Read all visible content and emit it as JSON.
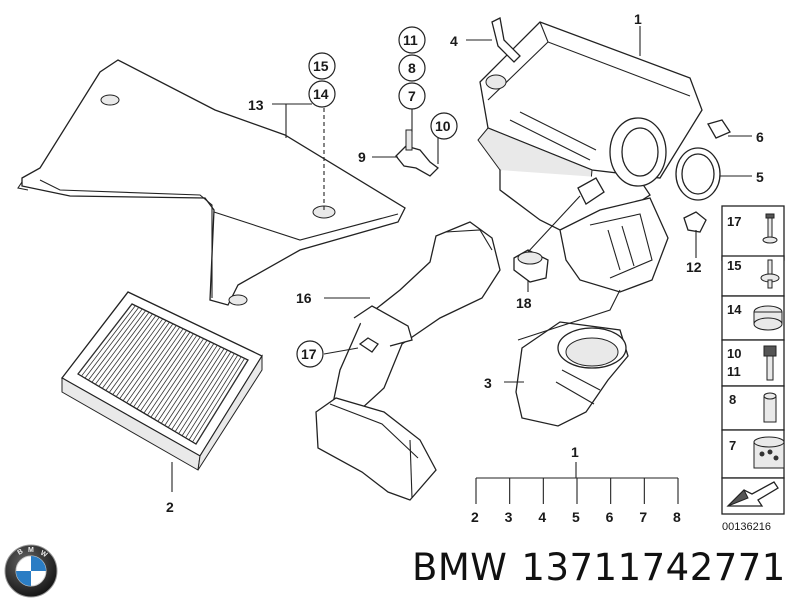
{
  "diagram": {
    "callouts": [
      {
        "id": "c1",
        "text": "1"
      },
      {
        "id": "c2",
        "text": "2"
      },
      {
        "id": "c3",
        "text": "3"
      },
      {
        "id": "c4",
        "text": "4"
      },
      {
        "id": "c5",
        "text": "5"
      },
      {
        "id": "c6",
        "text": "6"
      },
      {
        "id": "c7",
        "text": "7"
      },
      {
        "id": "c8",
        "text": "8"
      },
      {
        "id": "c9",
        "text": "9"
      },
      {
        "id": "c10",
        "text": "10"
      },
      {
        "id": "c11",
        "text": "11"
      },
      {
        "id": "c12",
        "text": "12"
      },
      {
        "id": "c13",
        "text": "13"
      },
      {
        "id": "c14",
        "text": "14"
      },
      {
        "id": "c15",
        "text": "15"
      },
      {
        "id": "c16",
        "text": "16"
      },
      {
        "id": "c17",
        "text": "17"
      },
      {
        "id": "c18",
        "text": "18"
      }
    ],
    "assembly_group": {
      "top": "1",
      "items": [
        "2",
        "3",
        "4",
        "5",
        "6",
        "7",
        "8"
      ]
    },
    "legend_panel": [
      {
        "label": "17",
        "icon": "screw-with-washer-icon"
      },
      {
        "label": "15",
        "icon": "pin-with-washer-icon"
      },
      {
        "label": "14",
        "icon": "rubber-grommet-icon"
      },
      {
        "label": "10",
        "label2": "11",
        "icon": "hex-bolt-icon"
      },
      {
        "label": "8",
        "icon": "sleeve-icon"
      },
      {
        "label": "7",
        "icon": "rubber-mount-icon"
      },
      {
        "label": "",
        "icon": "wedge-arrow-icon"
      }
    ],
    "reference_code": "00136216"
  },
  "footer": {
    "brand": "BMW",
    "part_number": "13711742771",
    "logo": "bmw-roundel-icon"
  }
}
